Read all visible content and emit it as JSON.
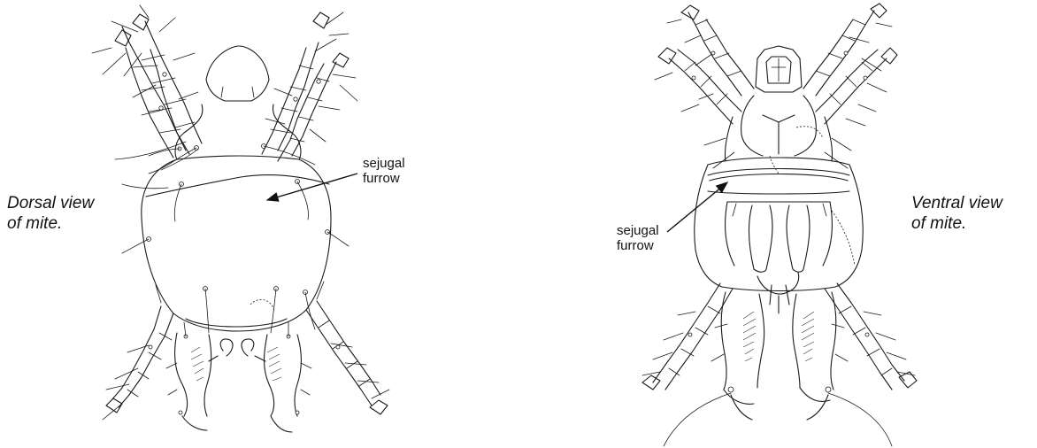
{
  "dorsal": {
    "caption_line1": "Dorsal view",
    "caption_line2": "of mite.",
    "label_line1": "sejugal",
    "label_line2": "furrow"
  },
  "ventral": {
    "caption_line1": "Ventral view",
    "caption_line2": "of mite.",
    "label_line1": "sejugal",
    "label_line2": "furrow"
  }
}
